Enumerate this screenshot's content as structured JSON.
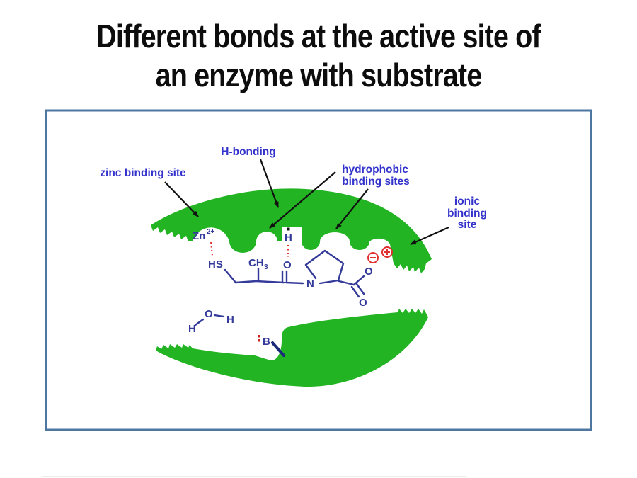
{
  "slide": {
    "title_line1": "Different bonds at the active site of",
    "title_line2": "an enzyme with substrate"
  },
  "diagram": {
    "labels": {
      "zinc": "zinc binding site",
      "h_bonding": "H-bonding",
      "hydrophobic_line1": "hydrophobic",
      "hydrophobic_line2": "binding sites",
      "ionic_line1": "ionic",
      "ionic_line2": "binding",
      "ionic_line3": "site"
    },
    "molecule": {
      "zinc_ion": "Zn",
      "zinc_ion_charge": "2+",
      "thiol": "HS",
      "methyl": "CH",
      "methyl_sub": "3",
      "amide_h": "H",
      "carbonyl_o": "O",
      "ring_n": "N",
      "carboxylate_o_single": "O",
      "carboxylate_o_double": "O",
      "water_h_left": "H",
      "water_o": "O",
      "water_h_right": "H",
      "base_b": "B"
    },
    "icons": {
      "negative_charge": "circled-minus",
      "positive_charge": "circled-plus",
      "lone_pair": "red-colon-dots",
      "h_bond_lines": "red-dotted-line",
      "arrows": "black-pointer-arrow"
    },
    "colors": {
      "enzyme_green": "#22b422",
      "label_blue": "#3333cc",
      "molecule_navy": "#333a99",
      "charge_red": "#e03030",
      "arrow_black": "#111111",
      "frame_border": "#4d76a1",
      "title_black": "#0d0d0d"
    }
  }
}
